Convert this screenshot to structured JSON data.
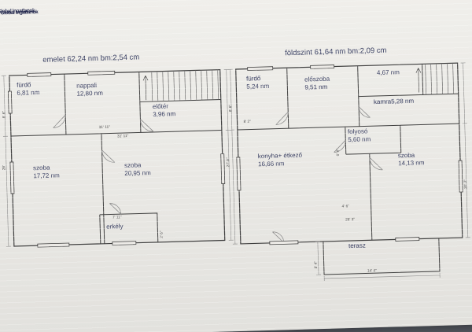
{
  "watermark": {
    "text": "Global ingatlanok"
  },
  "emelet": {
    "title": "emelet 62,24 nm  bm:2,54 cm",
    "rooms": {
      "furdo": {
        "label": "fürdő",
        "area": "6,81 nm"
      },
      "nappali": {
        "label": "nappali",
        "area": "12,80 nm"
      },
      "eloter": {
        "label": "előtér",
        "area": "3,96 nm"
      },
      "szoba_bal": {
        "label": "szoba",
        "area": "17,72 nm"
      },
      "szoba_jobb": {
        "label": "szoba",
        "area": "20,95 nm"
      },
      "erkely": {
        "label": "erkély"
      }
    },
    "dims": {
      "left": "28'",
      "left_top": "8' 6''",
      "right": "27' 8''",
      "mid_a": "31' 11''",
      "mid_b": "31' 11''",
      "erkely_w": "7' 11''",
      "erkely_h": "2' 6''"
    }
  },
  "foldszint": {
    "title": "földszint 61,64 nm  bm:2,09 cm",
    "rooms": {
      "furdo": {
        "label": "fürdő",
        "area": "5,24 nm"
      },
      "eloszoba": {
        "label": "előszoba",
        "area": "9,51 nm"
      },
      "wc": {
        "area": "4,67 nm"
      },
      "kamra": {
        "label": "kamra",
        "area": "5,28 nm"
      },
      "folyoso": {
        "label": "folyosó",
        "area": "5,60 nm"
      },
      "konyha": {
        "label": "konyha+ étkező",
        "area": "16,66 nm"
      },
      "szoba": {
        "label": "szoba",
        "area": "14,13 nm"
      },
      "terasz": {
        "label": "terasz"
      }
    },
    "dims": {
      "left_top": "8' 6''",
      "furdo_w": "8' 2''",
      "folyoso_h": "6' 4''",
      "door": "4' 6''",
      "konyha_w": "26' 3''",
      "right": "20' 2''",
      "terasz_h": "8' 4''",
      "terasz_w": "14' 4''"
    }
  }
}
